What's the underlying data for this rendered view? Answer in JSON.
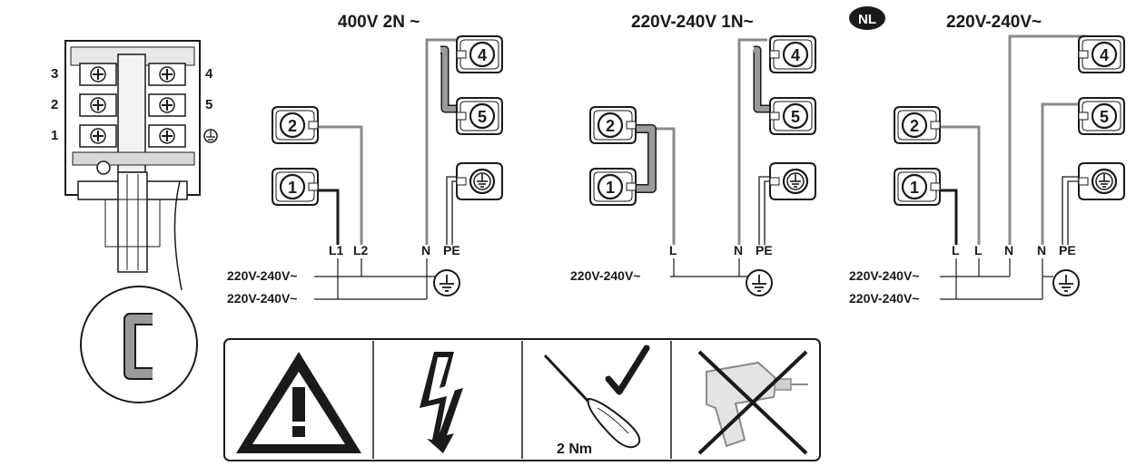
{
  "configs": [
    {
      "title": "400V 2N ~",
      "terminals": [
        "1",
        "2",
        "4",
        "5"
      ],
      "wire_labels": [
        "L1",
        "L2",
        "N",
        "PE"
      ],
      "supply_lines": [
        "220V-240V~",
        "220V-240V~"
      ]
    },
    {
      "title": "220V-240V 1N~",
      "terminals": [
        "1",
        "2",
        "4",
        "5"
      ],
      "wire_labels": [
        "L",
        "N",
        "PE"
      ],
      "supply_lines": [
        "220V-240V~"
      ]
    },
    {
      "title": "220V-240V~",
      "badge": "NL",
      "terminals": [
        "1",
        "2",
        "4",
        "5"
      ],
      "wire_labels": [
        "L",
        "L",
        "N",
        "N",
        "PE"
      ],
      "supply_lines": [
        "220V-240V~",
        "220V-240V~"
      ]
    }
  ],
  "terminal_block": {
    "left_numbers": [
      "3",
      "2",
      "1"
    ],
    "right_numbers": [
      "4",
      "5"
    ]
  },
  "safety": {
    "torque_label": "2 Nm"
  },
  "colors": {
    "line": "#1a1a1a",
    "wire_gray": "#8a8a8a",
    "bridge_gray": "#9a9a9a"
  }
}
